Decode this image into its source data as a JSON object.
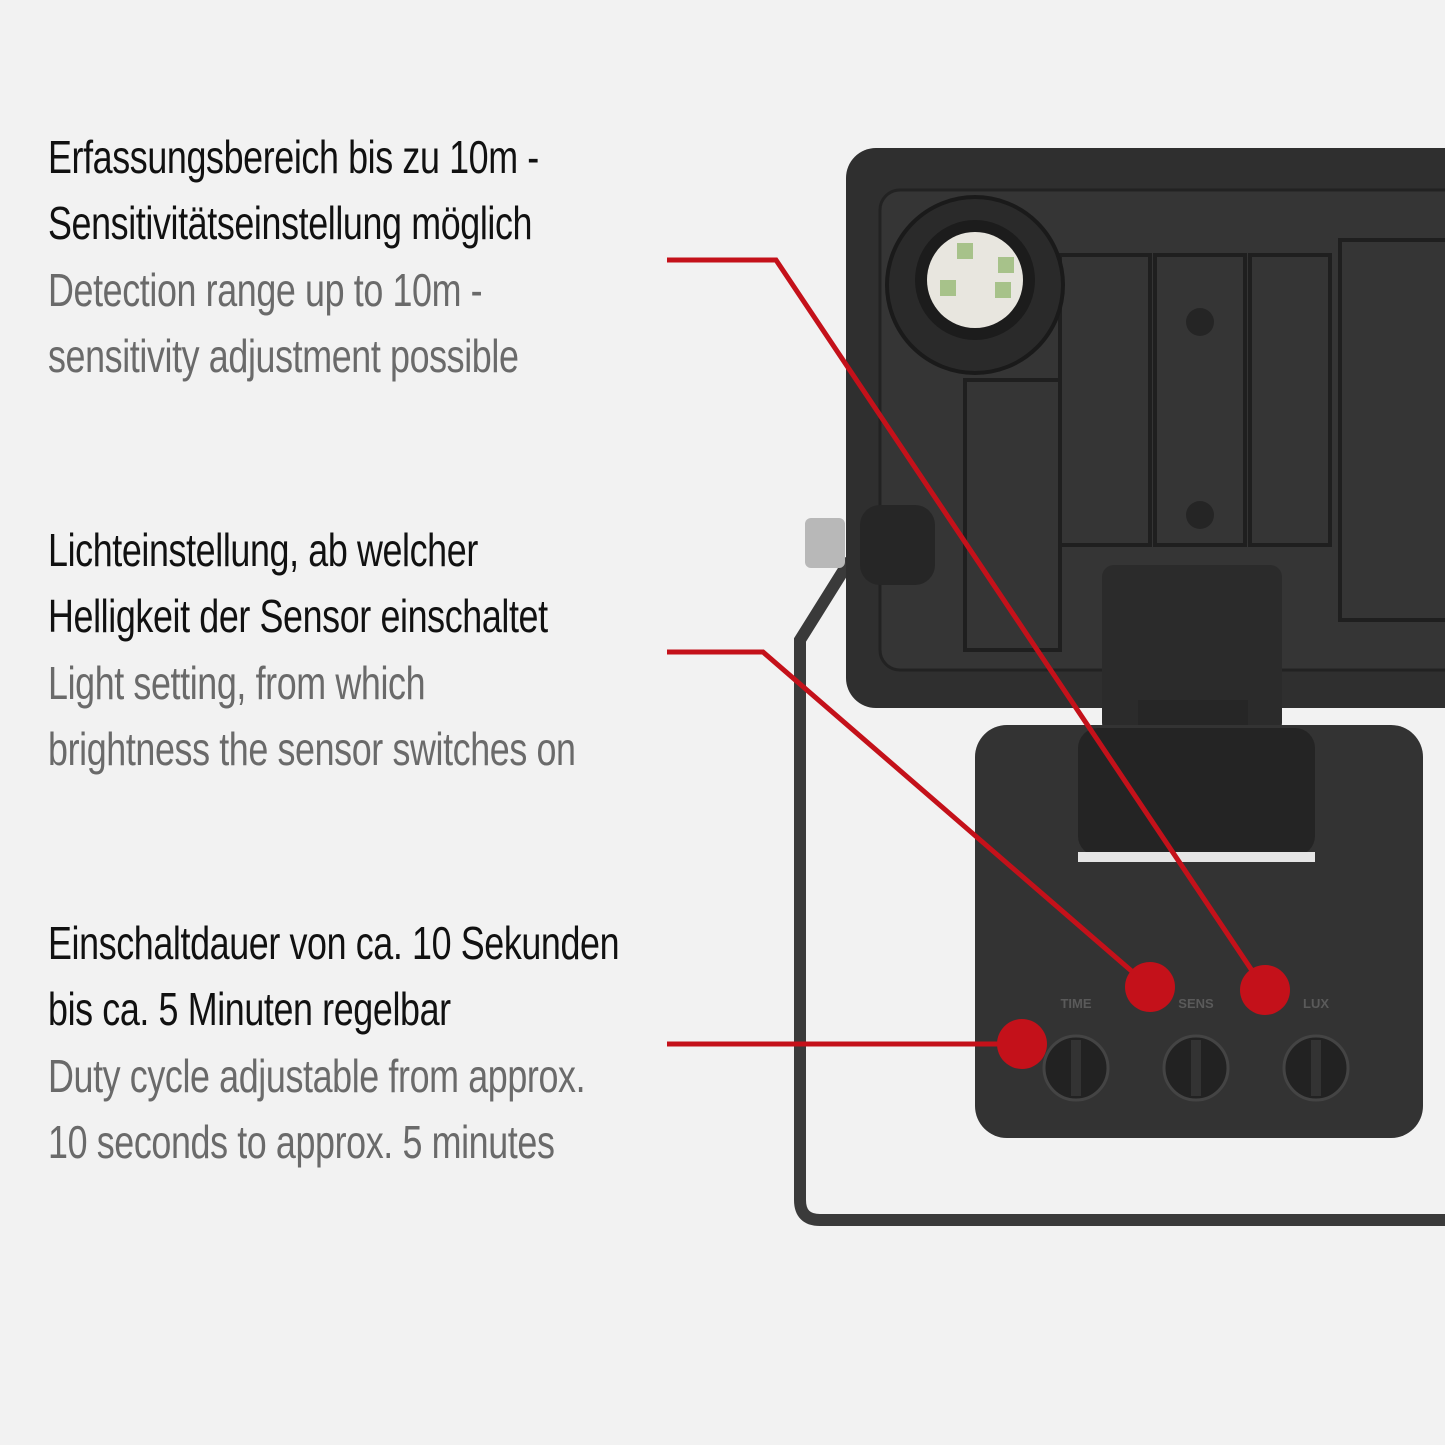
{
  "annotations": [
    {
      "de": [
        "Erfassungsbereich bis zu 10m -",
        "Sensitivitätseinstellung möglich"
      ],
      "en": [
        "Detection range up to 10m -",
        "sensitivity adjustment possible"
      ]
    },
    {
      "de": [
        "Lichteinstellung, ab welcher",
        "Helligkeit der Sensor einschaltet"
      ],
      "en": [
        "Light setting, from which",
        "brightness the sensor switches on"
      ]
    },
    {
      "de": [
        "Einschaltdauer von ca. 10 Sekunden",
        "bis ca. 5 Minuten regelbar"
      ],
      "en": [
        "Duty cycle adjustable from approx.",
        "10 seconds to approx. 5 minutes"
      ]
    }
  ],
  "knob_labels": [
    "TIME",
    "SENS",
    "LUX"
  ],
  "colors": {
    "accent": "#c4111a",
    "background": "#f2f2f2",
    "device": "#2e2e2e"
  }
}
